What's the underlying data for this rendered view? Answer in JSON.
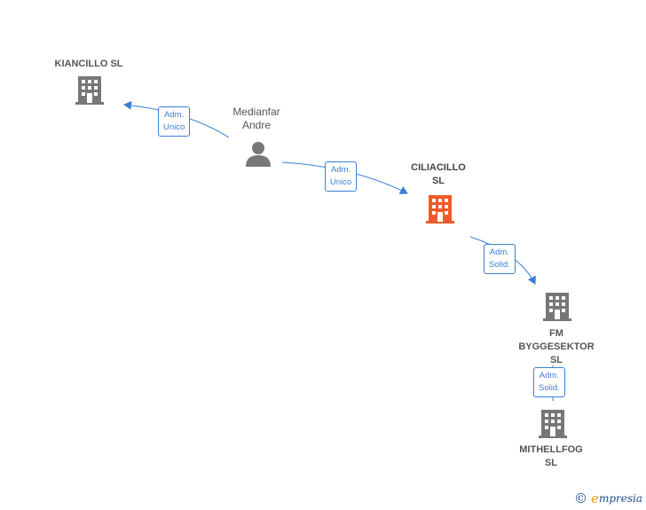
{
  "nodes": {
    "kiancillo": {
      "label": "KIANCILLO  SL",
      "icon": "building-icon"
    },
    "medianfar": {
      "label": "Medianfar\nAndre",
      "icon": "person-icon"
    },
    "ciliacillo": {
      "label": "CILIACILLO\nSL",
      "icon": "building-icon"
    },
    "fm": {
      "label": "FM\nBYGGESEKTOR\nSL",
      "icon": "building-icon"
    },
    "mithellfog": {
      "label": "MITHELLFOG\nSL",
      "icon": "building-icon"
    }
  },
  "edges": {
    "e1": {
      "label": "Adm.\nUnico"
    },
    "e2": {
      "label": "Adm.\nUnico"
    },
    "e3": {
      "label": "Adm.\nSolid."
    },
    "e4": {
      "label": "Adm.\nSolid."
    }
  },
  "footer": {
    "copyright_symbol": "©",
    "brand_initial": "e",
    "brand_rest": "mpresia"
  },
  "colors": {
    "building": "#777777",
    "focus_building": "#f05a28",
    "person": "#777777",
    "edge": "#3a7fd5"
  }
}
